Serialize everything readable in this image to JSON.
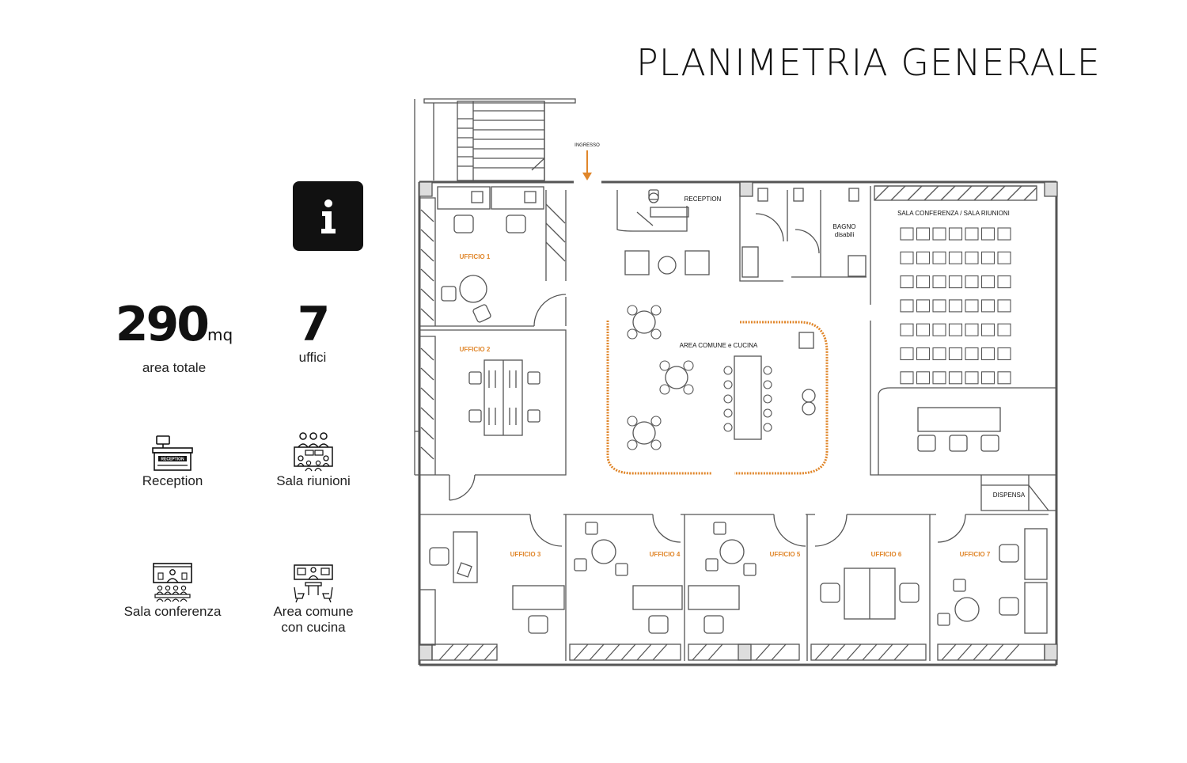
{
  "title": "PLANIMETRIA GENERALE",
  "icons": {
    "info": "info-icon",
    "reception": "reception-desk-icon",
    "meeting": "meeting-room-icon",
    "conference": "conference-room-icon",
    "kitchen": "common-area-kitchen-icon"
  },
  "stats": {
    "area": {
      "value": "290",
      "unit": "mq",
      "label": "area totale"
    },
    "offices": {
      "value": "7",
      "label": "uffici"
    }
  },
  "features": {
    "reception": {
      "label": "Reception",
      "badge": "RECEPTION"
    },
    "meeting": {
      "label": "Sala riunioni"
    },
    "conference": {
      "label": "Sala conferenza"
    },
    "kitchen": {
      "line1": "Area comune",
      "line2": "con cucina"
    }
  },
  "plan": {
    "entrance": "INGRESSO",
    "reception": "RECEPTION",
    "bagno_line1": "BAGNO",
    "bagno_line2": "disabili",
    "conference": "SALA CONFERENZA / SALA RIUNIONI",
    "common": "AREA COMUNE e CUCINA",
    "storage": "DISPENSA",
    "offices": [
      "UFFICIO 1",
      "UFFICIO 2",
      "UFFICIO 3",
      "UFFICIO 4",
      "UFFICIO 5",
      "UFFICIO 6",
      "UFFICIO 7"
    ]
  },
  "colors": {
    "accent": "#e0862a",
    "ink": "#111111",
    "wall": "#555555"
  }
}
